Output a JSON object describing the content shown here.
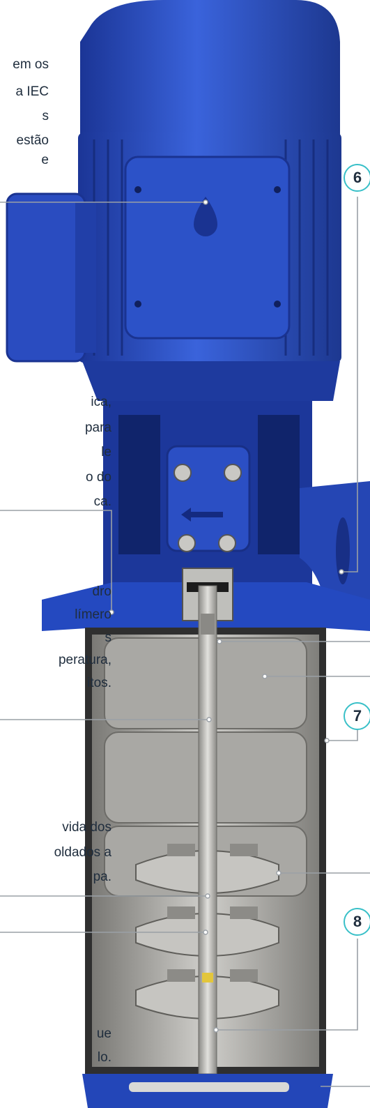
{
  "colors": {
    "motor_blue": "#2b4fc4",
    "motor_blue_dark": "#182f86",
    "steel": "#b9b8b4",
    "steel_dark": "#6f6e6b",
    "leader_line": "#9aa0a6",
    "badge_ring": "#39c0c8",
    "text": "#1f2d3d"
  },
  "icons": [
    "drop-icon",
    "arrow-left-icon"
  ],
  "callouts": [
    {
      "number": "6"
    },
    {
      "number": "7"
    },
    {
      "number": "8"
    }
  ],
  "text_fragments": [
    "em os",
    "a IEC",
    "s",
    "estão",
    "e",
    "ica,",
    "para",
    "le",
    "o do",
    "ca.",
    "dro",
    "límero",
    "s",
    "peratura,",
    "itos.",
    "vida dos",
    "oldados a",
    "pa.",
    "ue",
    "lo."
  ]
}
